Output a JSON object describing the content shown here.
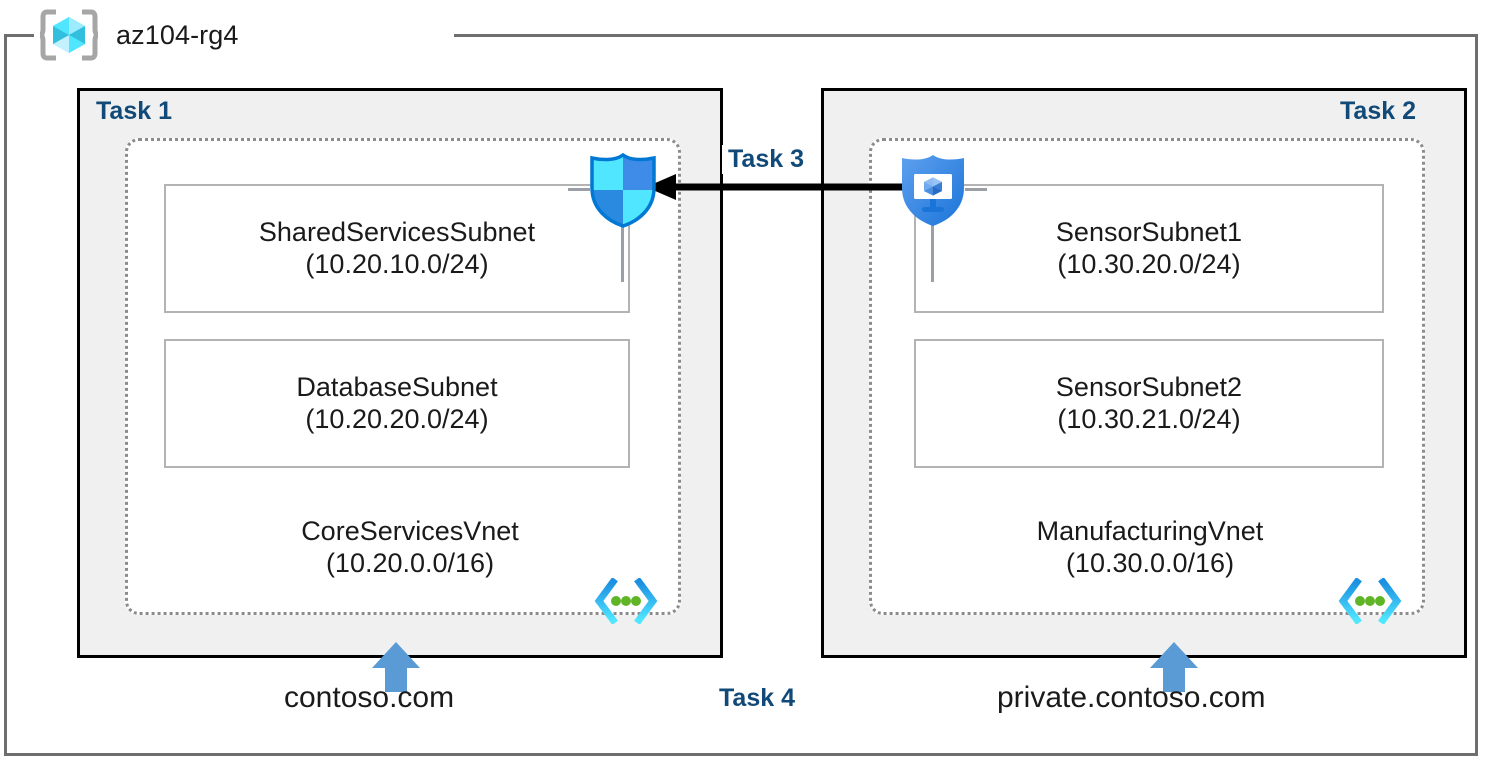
{
  "diagram": {
    "type": "azure-network-architecture",
    "resource_group": {
      "name": "az104-rg4",
      "icon": "azure-resource-group-icon"
    },
    "colors": {
      "task_label": "#114a78",
      "task_box_fill": "#f0f0f0",
      "task_box_border": "#000000",
      "vnet_border": "#8c8c8c",
      "subnet_border": "#b3b3b3",
      "frame_border": "#6e6e6e",
      "dns_arrow": "#5b9bd5",
      "shield_blue": "#0f8de8",
      "shield_cyan": "#50e6ff",
      "vnet_glyph_green": "#5fb525",
      "peering_arrow": "#000000"
    },
    "tasks": [
      {
        "id": "task1",
        "label": "Task 1"
      },
      {
        "id": "task2",
        "label": "Task 2"
      },
      {
        "id": "task3",
        "label": "Task 3"
      },
      {
        "id": "task4",
        "label": "Task 4"
      }
    ],
    "vnets": [
      {
        "id": "vnet1",
        "name": "CoreServicesVnet",
        "cidr": "(10.20.0.0/16)",
        "icon": "virtual-network-icon",
        "task": "Task 1",
        "subnets": [
          {
            "name": "SharedServicesSubnet",
            "cidr": "(10.20.10.0/24)"
          },
          {
            "name": "DatabaseSubnet",
            "cidr": "(10.20.20.0/24)"
          }
        ],
        "dns_zone": "contoso.com"
      },
      {
        "id": "vnet2",
        "name": "ManufacturingVnet",
        "cidr": "(10.30.0.0/16)",
        "icon": "virtual-network-icon",
        "task": "Task 2",
        "subnets": [
          {
            "name": "SensorSubnet1",
            "cidr": "(10.30.20.0/24)"
          },
          {
            "name": "SensorSubnet2",
            "cidr": "(10.30.21.0/24)"
          }
        ],
        "dns_zone": "private.contoso.com"
      }
    ],
    "security_icons": [
      {
        "id": "firewall",
        "icon": "azure-firewall-shield-icon",
        "attached_to": "CoreServicesVnet"
      },
      {
        "id": "nsg",
        "icon": "network-security-group-icon",
        "attached_to": "ManufacturingVnet"
      }
    ],
    "connections": [
      {
        "id": "peering",
        "icon": "left-arrow-icon",
        "from": "ManufacturingVnet",
        "to": "CoreServicesVnet",
        "label": "Task 3",
        "direction": "left"
      },
      {
        "id": "dns-link-1",
        "icon": "up-arrow-icon",
        "label": "contoso.com",
        "target": "CoreServicesVnet"
      },
      {
        "id": "dns-link-2",
        "icon": "up-arrow-icon",
        "label": "private.contoso.com",
        "target": "ManufacturingVnet"
      }
    ]
  }
}
